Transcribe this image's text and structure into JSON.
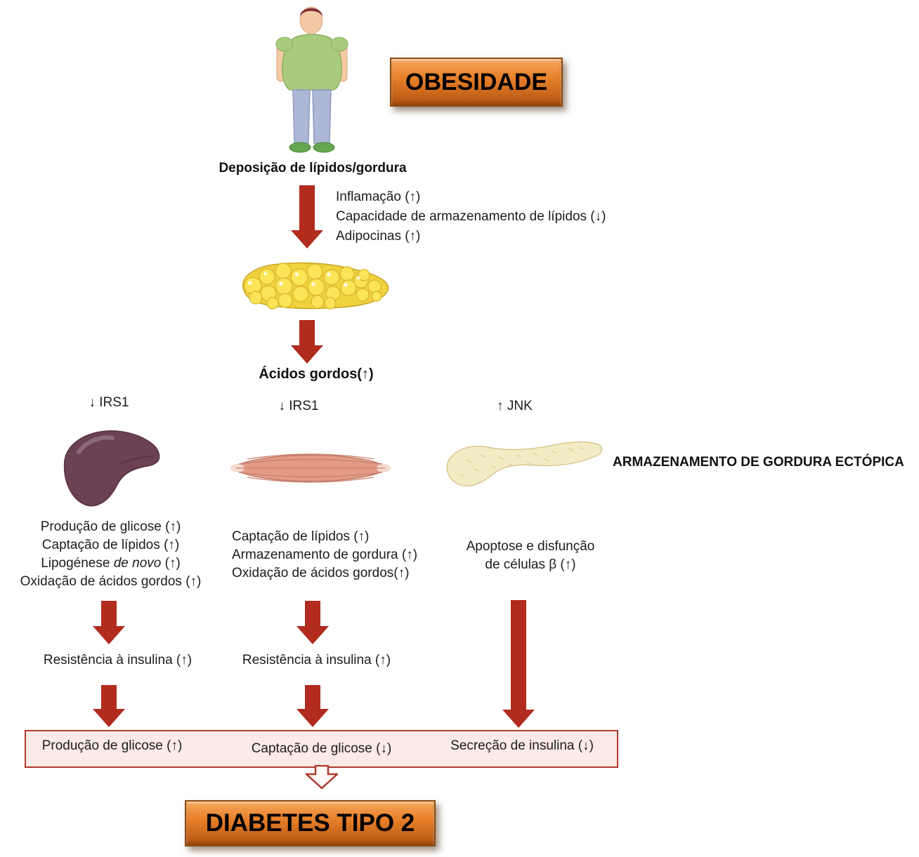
{
  "header": {
    "title": "OBESIDADE"
  },
  "person": {
    "caption": "Deposição de lípidos/gordura"
  },
  "cascade": {
    "side_effects": [
      "Inflamação (↑)",
      "Capacidade de armazenamento de lípidos (↓)",
      "Adipocinas (↑)"
    ],
    "fatty_acids_label": "Ácidos gordos(↑)"
  },
  "ectopic_label": "ARMAZENAMENTO DE GORDURA ECTÓPICA",
  "organs": {
    "liver": {
      "marker": "↓ IRS1",
      "effects": [
        "Produção de glicose (↑)",
        "Captação de lípidos (↑)"
      ],
      "effect3_pre": "Lipogénese ",
      "effect3_italic": "de novo",
      "effect3_post": " (↑)",
      "effect4": "Oxidação de ácidos gordos (↑)",
      "resistance": "Resistência à insulina (↑)",
      "outcome": "Produção de glicose (↑)"
    },
    "muscle": {
      "marker": "↓ IRS1",
      "effects": [
        "Captação de lípidos (↑)",
        "Armazenamento de gordura (↑)",
        "Oxidação de ácidos gordos(↑)"
      ],
      "resistance": "Resistência à insulina (↑)",
      "outcome": "Captação de glicose (↓)"
    },
    "pancreas": {
      "marker": "↑ JNK",
      "effect_line1": "Apoptose e disfunção",
      "effect_line2": "de células β (↑)",
      "outcome": "Secreção de insulina (↓)"
    }
  },
  "footer": {
    "title": "DIABETES TIPO 2"
  },
  "colors": {
    "arrow_red": "#B12B1E",
    "box_orange_light": "#F6A75E",
    "box_orange_dark": "#A84F0F",
    "outcome_bg": "#FBEAE7",
    "outcome_border": "#AF3A2A"
  },
  "icons": {
    "person": "obese-person-illustration",
    "adipose": "adipose-tissue-icon",
    "liver": "liver-icon",
    "muscle": "muscle-icon",
    "pancreas": "pancreas-icon",
    "arrow": "down-arrow-icon"
  }
}
